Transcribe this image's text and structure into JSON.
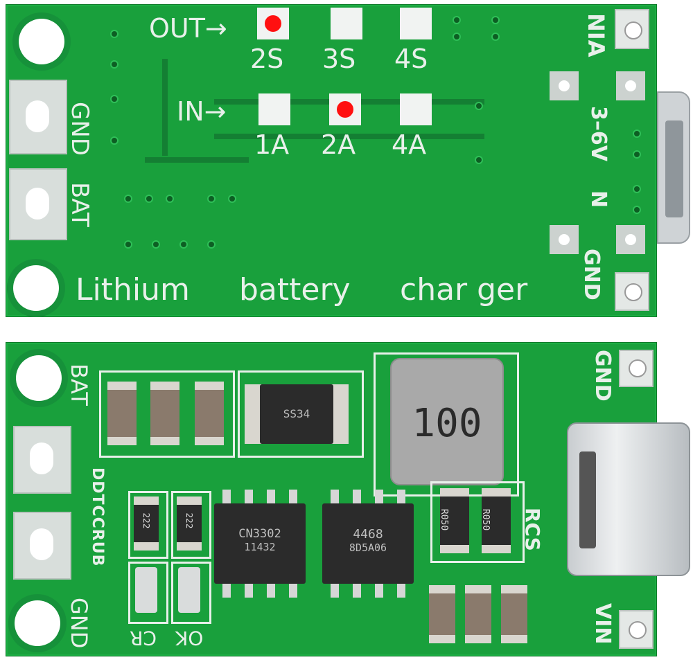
{
  "top_board": {
    "out_label": "OUT→",
    "in_label": "IN→",
    "out_options": [
      "2S",
      "3S",
      "4S"
    ],
    "in_options": [
      "1A",
      "2A",
      "4A"
    ],
    "vin_label": "NIA",
    "voltage_label": "3–6V",
    "n_label": "N",
    "gnd_right": "GND",
    "gnd_left": "GND",
    "bat_left": "BAT",
    "caption_words": [
      "Lithium",
      "battery",
      "char ger"
    ]
  },
  "bottom_board": {
    "bat_label": "BAT",
    "gnd_left": "GND",
    "gnd_right": "GND",
    "vin_label": "VIN",
    "side_code": "DDTCCRUB",
    "rcs_label": "RCS",
    "cr_label": "CR",
    "ok_label": "OK",
    "diode_marking": "SS34",
    "inductor_marking": "100",
    "ic1_marking_1": "CN3302",
    "ic1_marking_2": "11432",
    "ic2_marking_1": "4468",
    "ic2_marking_2": "8D5A06",
    "res_small_1": "222",
    "res_small_2": "222",
    "res_sense_1": "R050",
    "res_sense_2": "R050"
  },
  "colors": {
    "pcb": "#19a03c",
    "silkscreen": "#e8f0ea",
    "led_selected": "#ff1010"
  }
}
